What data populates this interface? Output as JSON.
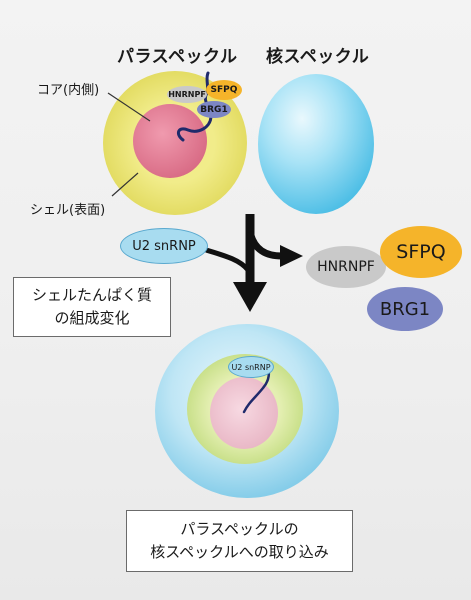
{
  "titles": {
    "paraspeckle": "パラスペックル",
    "nuclear_speckle": "核スペックル"
  },
  "callouts": {
    "core": "コア(内側)",
    "shell": "シェル(表面)"
  },
  "top_cell_labels": {
    "hnrnpf": "HNRNPF",
    "sfpq": "SFPQ",
    "brg1": "BRG1"
  },
  "u2_label": "U2 snRNP",
  "right_proteins": {
    "hnrnpf": "HNRNPF",
    "sfpq": "SFPQ",
    "brg1": "BRG1"
  },
  "box_change": {
    "line1": "シェルたんぱく質",
    "line2": "の組成変化"
  },
  "bottom_cell_label": "U2 snRNP",
  "box_incorporation": {
    "line1": "パラスペックルの",
    "line2": "核スペックルへの取り込み"
  },
  "colors": {
    "shell_yellow": "#ede87a",
    "core_pink": "#e27a92",
    "sfpq_orange": "#f5b42a",
    "brg1_blue": "#7c86c4",
    "hnrnpf_gray": "#c9c9c9",
    "u2_blue": "#a8dcf0",
    "speckle_blue": "#7fd0ee",
    "arrow": "#111111"
  }
}
